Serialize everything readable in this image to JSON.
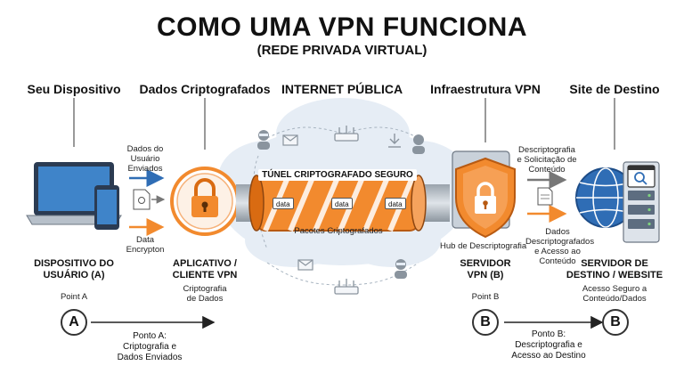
{
  "title": "COMO UMA VPN FUNCIONA",
  "subtitle": "(REDE PRIVADA VIRTUAL)",
  "stages": {
    "device": "Seu Dispositivo",
    "encrypted": "Dados Criptografados",
    "internet": "INTERNET PÚBLICA",
    "vpn_infra": "Infraestrutura VPN",
    "destination": "Site de Destino"
  },
  "flow_labels": {
    "user_data_sent": "Dados do Usuário Enviados",
    "data_encryption": "Data Encrypton",
    "decrypt_request": "Descriptografia e Solicitação de Conteúdo",
    "data_decrypted": "Dados Descriptografados e Acesso ao Conteúdo"
  },
  "tunnel": {
    "title": "TÚNEL CRIPTOGRAFADO SEGURO",
    "packets_label": "Pacotes Criptografados",
    "packet_tag": "data"
  },
  "hub_label": "Hub de Descriptografia",
  "nodes": {
    "device": {
      "label_line1": "DISPOSITIVO DO",
      "label_line2": "USUÁRIO (A)",
      "point": "Point A"
    },
    "client": {
      "label_line1": "APLICATIVO /",
      "label_line2": "CLIENTE VPN",
      "sub_line1": "Criptografia",
      "sub_line2": "de Dados"
    },
    "server": {
      "label_line1": "SERVIDOR",
      "label_line2": "VPN (B)",
      "point": "Point B"
    },
    "destination": {
      "label_line1": "SERVIDOR DE",
      "label_line2": "DESTINO / WEBSITE",
      "sub_line1": "Acesso Seguro a",
      "sub_line2": "Conteúdo/Dados"
    }
  },
  "points": {
    "a_letter": "A",
    "b_letter": "B",
    "a_desc_line1": "Ponto A:",
    "a_desc_line2": "Criptografia e",
    "a_desc_line3": "Dados Enviados",
    "b_desc_line1": "Ponto B:",
    "b_desc_line2": "Descriptografia e",
    "b_desc_line3": "Acesso ao Destino"
  },
  "colors": {
    "orange": "#f28a2e",
    "orange_dark": "#d96b12",
    "blue": "#2f6db5",
    "cloud": "#e6edf5",
    "gray": "#8a949e"
  }
}
